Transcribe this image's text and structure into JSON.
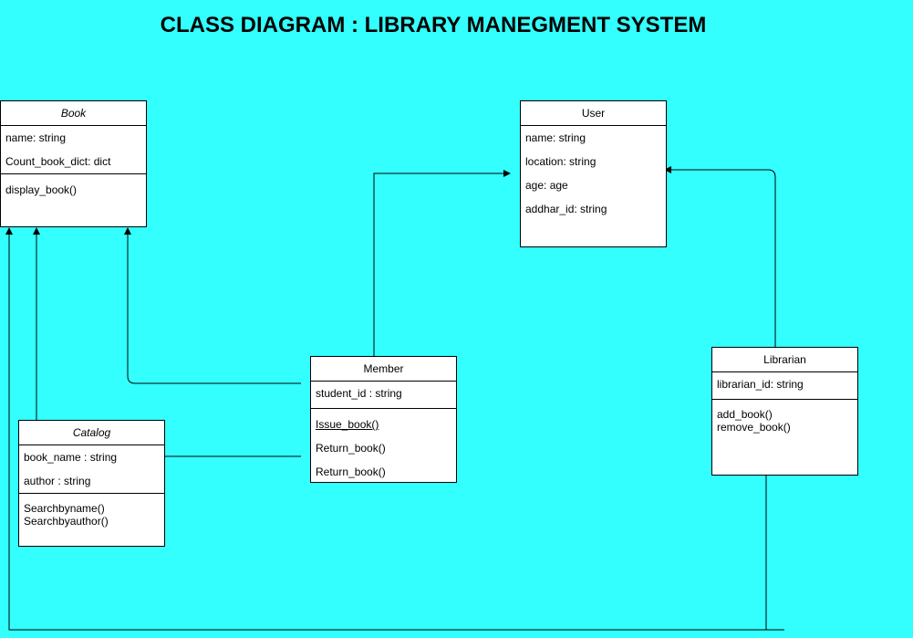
{
  "colors": {
    "background": "#33ffff",
    "box_fill": "#ffffff",
    "line": "#000000"
  },
  "title": "CLASS DIAGRAM : LIBRARY MANEGMENT SYSTEM",
  "classes": {
    "book": {
      "name": "Book",
      "attributes": [
        "name: string",
        "Count_book_dict: dict"
      ],
      "methods": [
        "display_book()"
      ]
    },
    "user": {
      "name": "User",
      "attributes": [
        "name: string",
        "location: string",
        "age: age",
        "addhar_id: string"
      ]
    },
    "member": {
      "name": "Member",
      "attributes": [
        "student_id : string"
      ],
      "methods": [
        "Issue_book()",
        "Return_book()",
        "Return_book()"
      ]
    },
    "catalog": {
      "name": "Catalog",
      "attributes": [
        "book_name : string",
        "author : string"
      ],
      "methods": [
        "Searchbyname()",
        "Searchbyauthor()"
      ]
    },
    "librarian": {
      "name": "Librarian",
      "attributes": [
        "librarian_id: string"
      ],
      "methods": [
        "add_book()",
        "remove_book()"
      ]
    }
  }
}
